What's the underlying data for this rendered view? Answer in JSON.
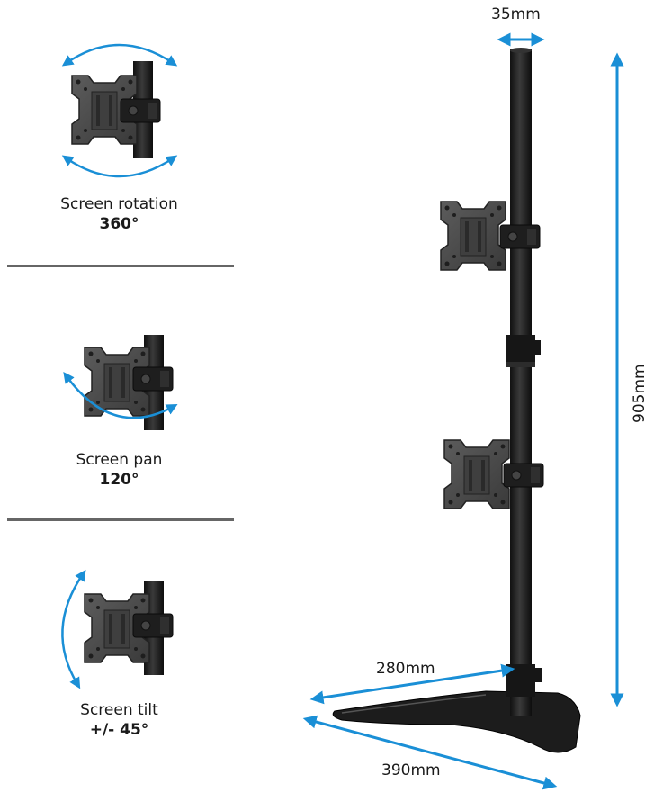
{
  "features": [
    {
      "label": "Screen rotation",
      "value": "360°"
    },
    {
      "label": "Screen pan",
      "value": "120°"
    },
    {
      "label": "Screen tilt",
      "value": "+/- 45°"
    }
  ],
  "dimensions": {
    "pole_diameter": "35mm",
    "height": "905mm",
    "base_depth": "280mm",
    "base_width": "390mm"
  },
  "colors": {
    "arrow": "#1a8fd6",
    "metal": "#2b2b2b",
    "plate": "#4a4a4a",
    "divider": "#666666"
  }
}
